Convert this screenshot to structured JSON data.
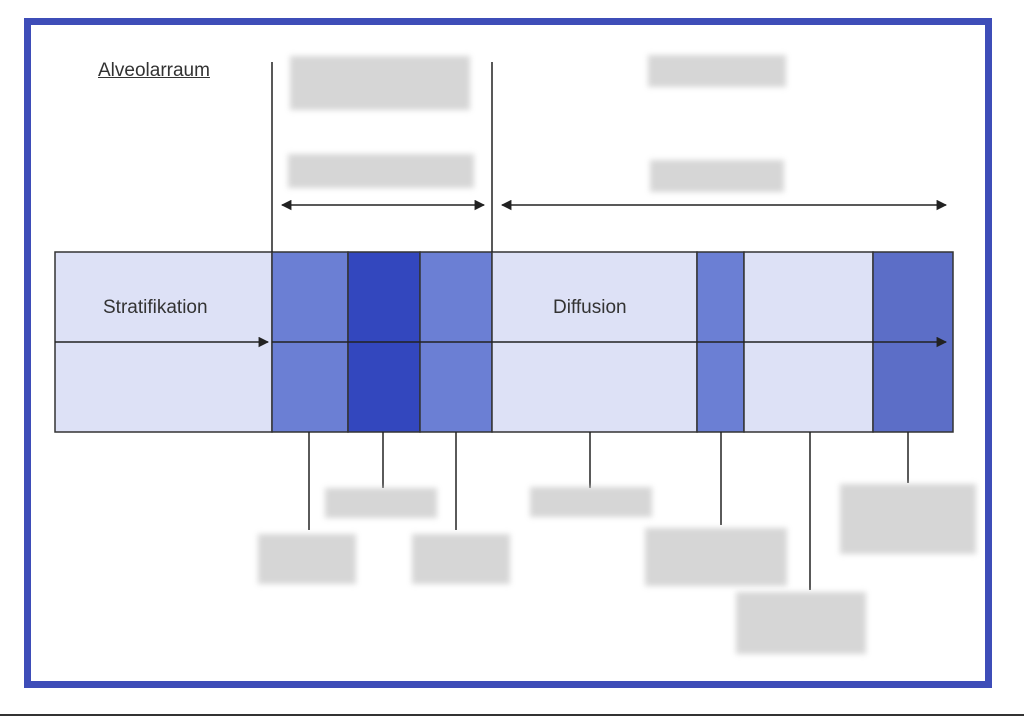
{
  "labels": {
    "alveolarraum": "Alveolarraum",
    "stratifikation": "Stratifikation",
    "diffusion": "Diffusion"
  },
  "colors": {
    "frame": "#3e4db8",
    "alveolar_band": "#dde1f6",
    "membrane_mid": "#6b7fd4",
    "membrane_dark": "#3347be",
    "plasma": "#dde1f6",
    "erythro_membrane": "#6b7fd4",
    "hemoglobin": "#5c6ec7"
  },
  "blurred_labels_note": ""
}
